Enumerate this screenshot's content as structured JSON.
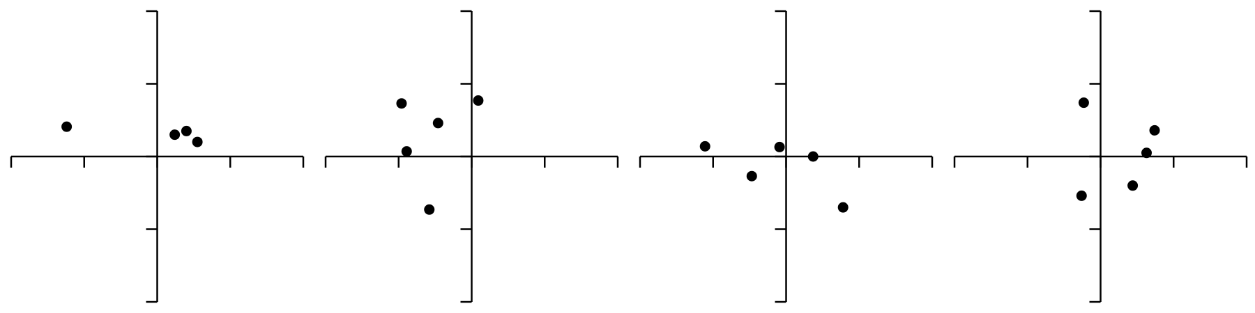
{
  "colors": {
    "axis": "#000000",
    "points": "#000000",
    "background": "#ffffff"
  },
  "chart_data": [
    {
      "type": "scatter",
      "xlim": [
        -2,
        2
      ],
      "ylim": [
        -2,
        2
      ],
      "x_ticks": [
        -2,
        -1,
        0,
        1,
        2
      ],
      "y_ticks": [
        -2,
        -1,
        0,
        1,
        2
      ],
      "grid": false,
      "points": [
        {
          "x": -1.24,
          "y": 0.41
        },
        {
          "x": 0.24,
          "y": 0.3
        },
        {
          "x": 0.4,
          "y": 0.35
        },
        {
          "x": 0.55,
          "y": 0.2
        }
      ]
    },
    {
      "type": "scatter",
      "xlim": [
        -2,
        2
      ],
      "ylim": [
        -2,
        2
      ],
      "x_ticks": [
        -2,
        -1,
        0,
        1,
        2
      ],
      "y_ticks": [
        -2,
        -1,
        0,
        1,
        2
      ],
      "grid": false,
      "points": [
        {
          "x": -0.96,
          "y": 0.73
        },
        {
          "x": -0.89,
          "y": 0.07
        },
        {
          "x": -0.46,
          "y": 0.46
        },
        {
          "x": -0.58,
          "y": -0.73
        },
        {
          "x": 0.09,
          "y": 0.77
        }
      ]
    },
    {
      "type": "scatter",
      "xlim": [
        -2,
        2
      ],
      "ylim": [
        -2,
        2
      ],
      "x_ticks": [
        -2,
        -1,
        0,
        1,
        2
      ],
      "y_ticks": [
        -2,
        -1,
        0,
        1,
        2
      ],
      "grid": false,
      "points": [
        {
          "x": -1.11,
          "y": 0.14
        },
        {
          "x": -0.47,
          "y": -0.27
        },
        {
          "x": -0.09,
          "y": 0.13
        },
        {
          "x": 0.37,
          "y": 0.0
        },
        {
          "x": 0.78,
          "y": -0.7
        }
      ]
    },
    {
      "type": "scatter",
      "xlim": [
        -2,
        2
      ],
      "ylim": [
        -2,
        2
      ],
      "x_ticks": [
        -2,
        -1,
        0,
        1,
        2
      ],
      "y_ticks": [
        -2,
        -1,
        0,
        1,
        2
      ],
      "grid": false,
      "points": [
        {
          "x": -0.23,
          "y": 0.74
        },
        {
          "x": -0.26,
          "y": -0.54
        },
        {
          "x": 0.44,
          "y": -0.4
        },
        {
          "x": 0.63,
          "y": 0.05
        },
        {
          "x": 0.74,
          "y": 0.36
        }
      ]
    }
  ]
}
